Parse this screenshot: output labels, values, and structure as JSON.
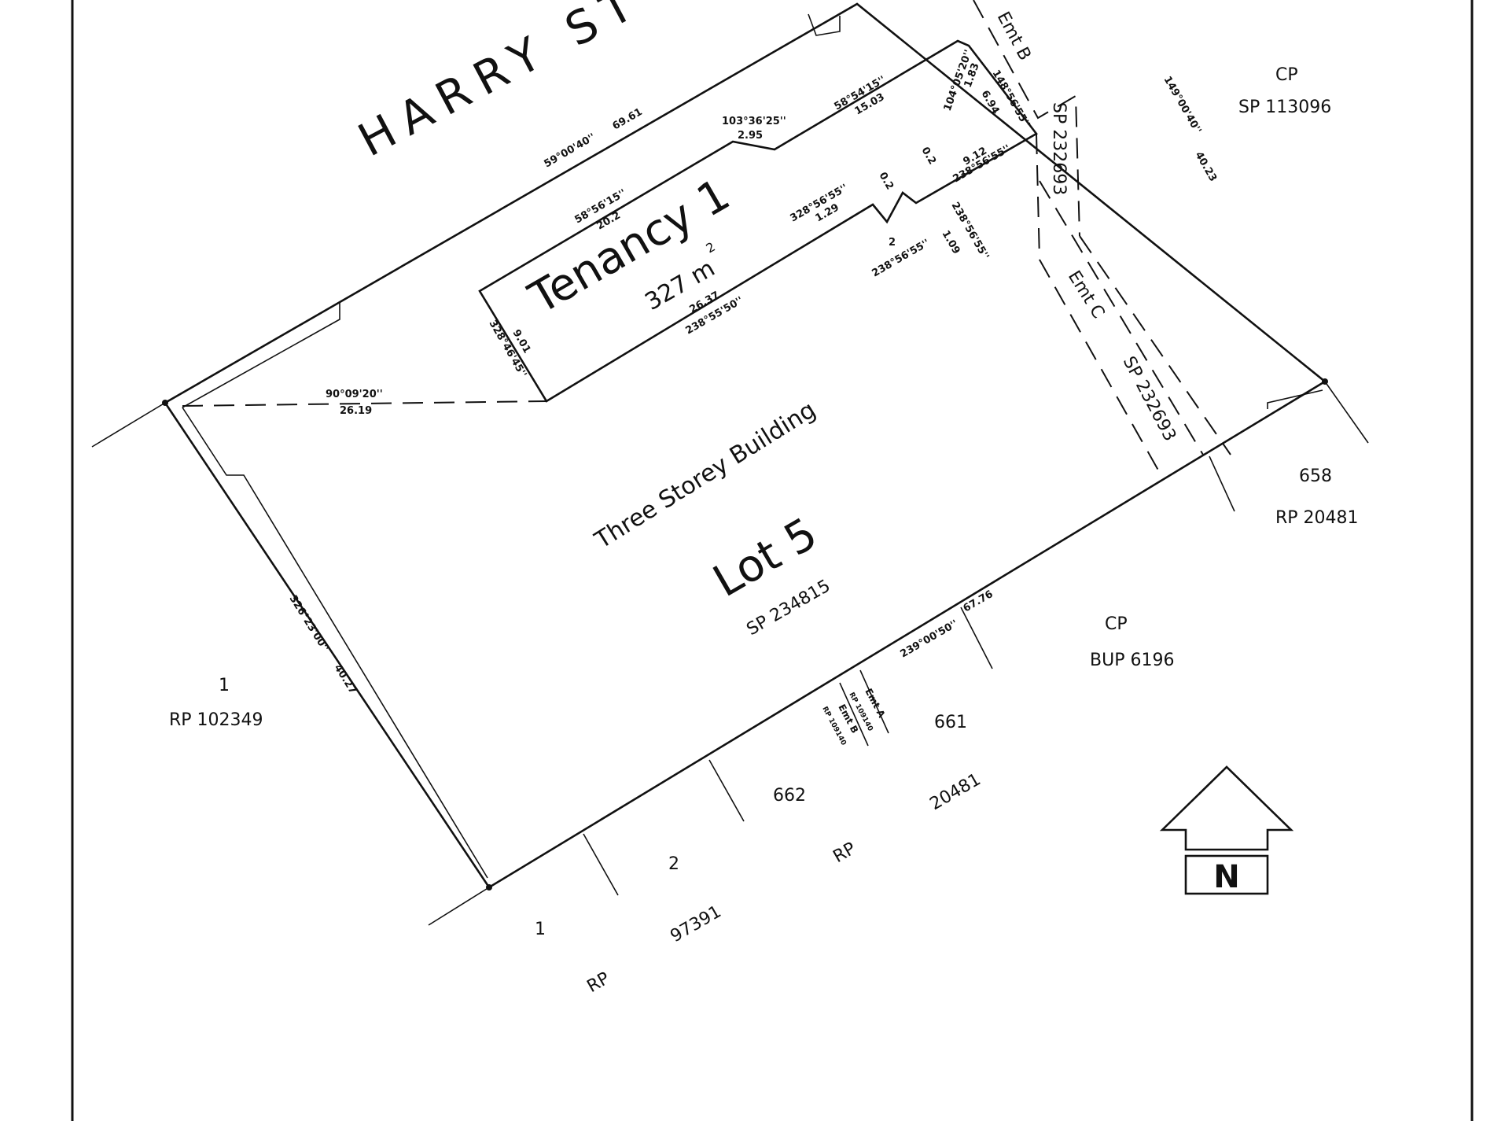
{
  "street": {
    "name": "HARRY ST"
  },
  "tenancy": {
    "title": "Tenancy 1",
    "area": "327 m",
    "area_sup": "2"
  },
  "lot": {
    "building": "Three Storey Building",
    "name": "Lot 5",
    "plan": "SP 234815"
  },
  "neighbours": {
    "cp_ne": {
      "name": "CP",
      "plan": "SP 113096"
    },
    "lot658": {
      "name": "658",
      "plan": "RP 20481"
    },
    "cp_e": {
      "name": "CP",
      "plan": "BUP 6196"
    },
    "lot661": {
      "name": "661"
    },
    "lot662": {
      "name": "662",
      "rp": "RP",
      "num": "20481"
    },
    "lot2": {
      "name": "2",
      "num": "97391"
    },
    "lot1s": {
      "name": "1",
      "rp": "RP"
    },
    "lot1w": {
      "name": "1",
      "plan": "RP 102349"
    }
  },
  "easements": {
    "emt_b_top": "Emt B",
    "sp_top": "SP 232693",
    "emt_c": "Emt C",
    "sp_c": "SP 232693",
    "emt_a": "Emt A",
    "emt_a_rp": "RP 109140",
    "emt_b_low": "Emt B",
    "emt_b_low_rp": "RP 109140"
  },
  "dimensions": {
    "north_bearing": "59°00'40''",
    "north_length": "69.61",
    "east_bearing": "149°00'40''",
    "east_length": "40.23",
    "south_bearing": "239°00'50''",
    "south_length": "67.76",
    "west_bearing": "326°23'00''",
    "west_length": "40.27",
    "dashed_bearing": "90°09'20''",
    "dashed_length": "26.19",
    "t_top1_bearing": "58°56'15''",
    "t_top1_length": "20.2",
    "t_jog_bearing": "103°36'25''",
    "t_jog_length": "2.95",
    "t_top2_bearing": "58°54'15''",
    "t_top2_length": "15.03",
    "t_ne_bearing": "104°05'20''",
    "t_ne_length": "1.83",
    "t_e_bearing": "148°56'55''",
    "t_e_length": "6.94",
    "t_s1_length": "9.12",
    "t_s1_bearing": "238°56'55''",
    "t_notch1": "0.2",
    "t_notch2": "0.2",
    "t_notch_bearing": "328°56'55''",
    "t_notch_length": "1.29",
    "t_notch3_bearing": "238°56'55''",
    "t_notch3_length": "1.09",
    "t_notch4_length": "2",
    "t_notch4_bearing": "238°56'55''",
    "t_bottom_length": "26.37",
    "t_bottom_bearing": "238°55'50''",
    "t_west_bearing": "328°46'45''",
    "t_west_length": "9.01"
  },
  "north_arrow": {
    "label": "N"
  }
}
